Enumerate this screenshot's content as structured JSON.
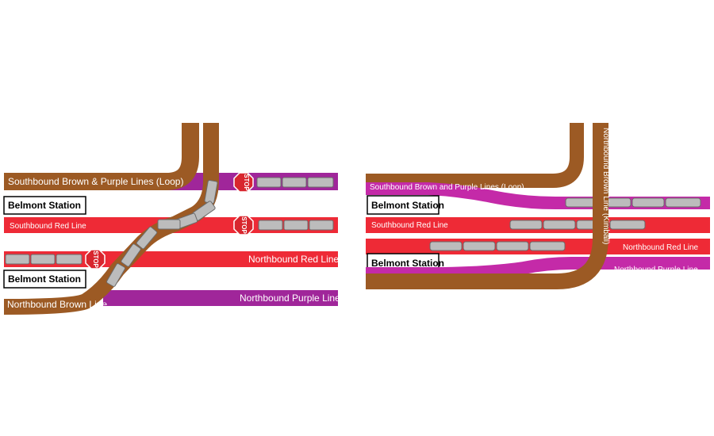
{
  "colors": {
    "brown": "#9c5a24",
    "purple": "#a0269a",
    "red": "#ee2a36",
    "train": "#b9b9b9",
    "stop": "#d8262e"
  },
  "left": {
    "southbound_brown_purple": "Southbound Brown & Purple Lines (Loop)",
    "station_top": "Belmont Station",
    "southbound_red": "Southbound Red Line",
    "northbound_red": "Northbound Red Line",
    "station_bottom": "Belmont Station",
    "northbound_brown": "Northbound Brown Line",
    "northbound_purple": "Northbound Purple Line",
    "stop_sign": "STOP"
  },
  "right": {
    "southbound_brown_purple": "Southbound Brown and Purple Lines (Loop)",
    "station_top": "Belmont Station",
    "southbound_red": "Southbound Red Line",
    "northbound_red": "Northbound Red Line",
    "station_bottom": "Belmont Station",
    "northbound_purple": "Northbound Purple Line",
    "northbound_brown_vertical": "Northbound Brown Line (Kimball)"
  }
}
